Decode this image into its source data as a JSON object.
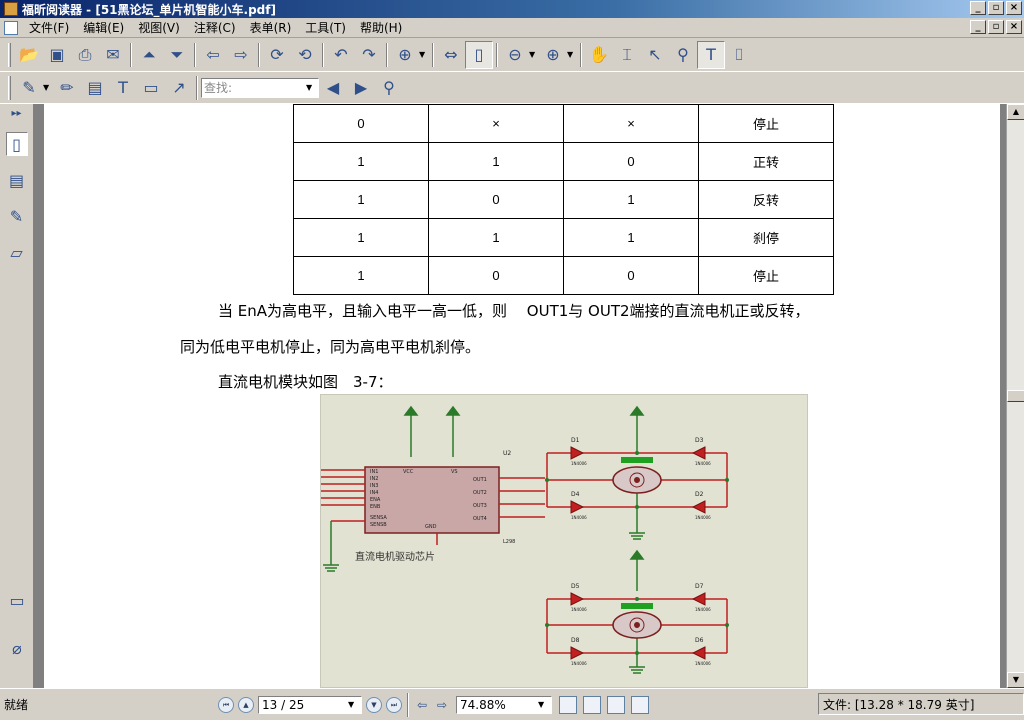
{
  "window": {
    "title": "福昕阅读器 - [51黑论坛_单片机智能小车.pdf]"
  },
  "menu": [
    "文件(F)",
    "编辑(E)",
    "视图(V)",
    "注释(C)",
    "表单(R)",
    "工具(T)",
    "帮助(H)"
  ],
  "find": {
    "placeholder": "查找:"
  },
  "table": {
    "rows": [
      [
        "0",
        "×",
        "×",
        "停止"
      ],
      [
        "1",
        "1",
        "0",
        "正转"
      ],
      [
        "1",
        "0",
        "1",
        "反转"
      ],
      [
        "1",
        "1",
        "1",
        "刹停"
      ],
      [
        "1",
        "0",
        "0",
        "停止"
      ]
    ]
  },
  "body": {
    "para1": "当 EnA为高电平，且输入电平一高一低，则　 OUT1与 OUT2端接的直流电机正或反转，",
    "para2": "同为低电平电机停止，同为高电平电机刹停。",
    "para3": "直流电机模块如图　3-7："
  },
  "figure": {
    "chip_label": "U2",
    "chip_part": "L298",
    "chip_caption": "直流电机驱动芯片",
    "pins_left": [
      "IN1",
      "IN2",
      "IN3",
      "IN4",
      "ENA",
      "ENB",
      "SENSA",
      "SENSB"
    ],
    "pins_right": [
      "OUT1",
      "OUT2",
      "OUT3",
      "OUT4"
    ],
    "pin_vcc": "VCC",
    "pin_vs": "VS",
    "pin_gnd": "GND",
    "diodes": [
      "D1",
      "D3",
      "D4",
      "D2",
      "D5",
      "D7",
      "D8",
      "D6"
    ],
    "diode_part": "1N4006"
  },
  "status": {
    "ready": "就绪",
    "page": "13 / 25",
    "zoom": "74.88%",
    "filesize": "文件: [13.28 * 18.79 英寸]"
  },
  "colors": {
    "titlebar": "#0a246a",
    "chrome": "#d4d0c8",
    "figure_bg": "#e2e2d2",
    "wire_green": "#2a7a2a",
    "wire_red": "#c02020"
  }
}
